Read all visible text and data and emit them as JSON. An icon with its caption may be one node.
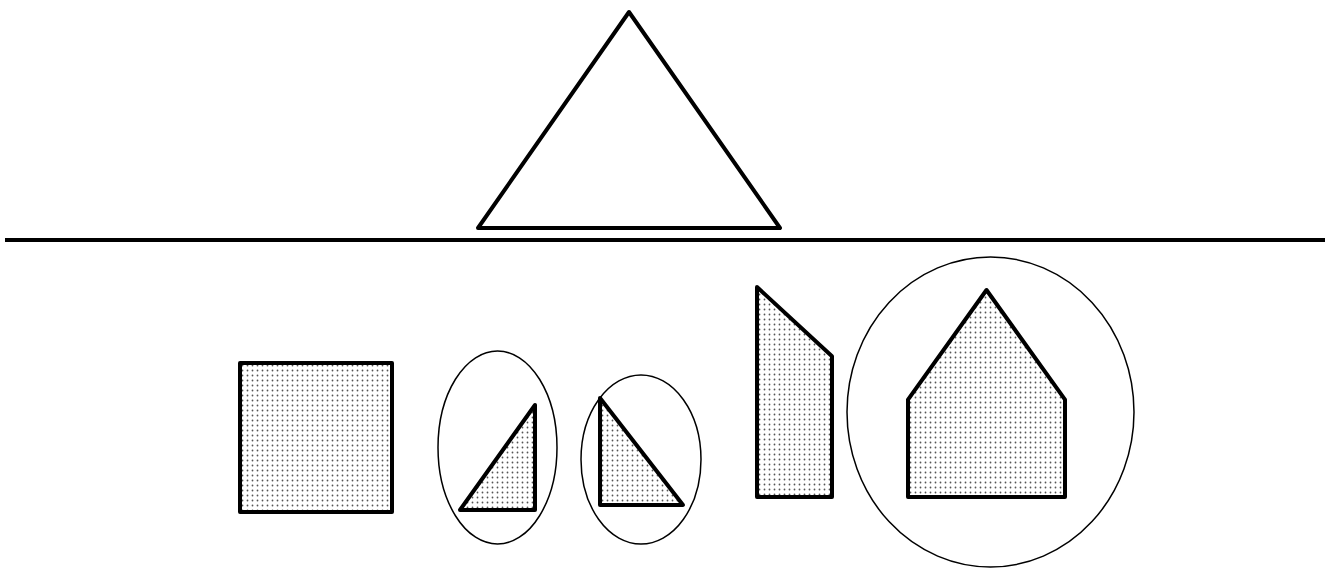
{
  "diagram": {
    "nodes": [
      {
        "text": [],
        "shape": "triangle"
      },
      {
        "text": [],
        "shape": "box"
      },
      {
        "text": [],
        "shape": "circle"
      },
      {
        "text": [],
        "shape": "triangle",
        "in": 2
      },
      {
        "text": [],
        "shape": "circle"
      },
      {
        "text": [],
        "shape": "triangle",
        "in": 4
      },
      {
        "text": [],
        "shape": "quadrilateral"
      },
      {
        "text": [],
        "shape": "circle"
      },
      {
        "text": [],
        "shape": "pentagon",
        "in": 7
      }
    ]
  }
}
